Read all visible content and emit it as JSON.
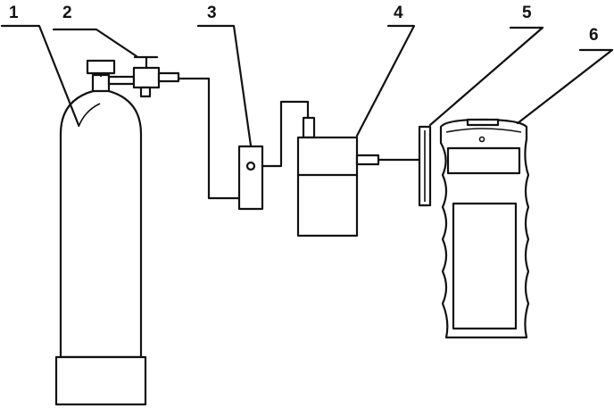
{
  "labels": {
    "gas_cylinder": "1",
    "pressure_valve": "2",
    "flow_meter": "3",
    "humidifier": "4",
    "adapter": "5",
    "detector": "6"
  }
}
